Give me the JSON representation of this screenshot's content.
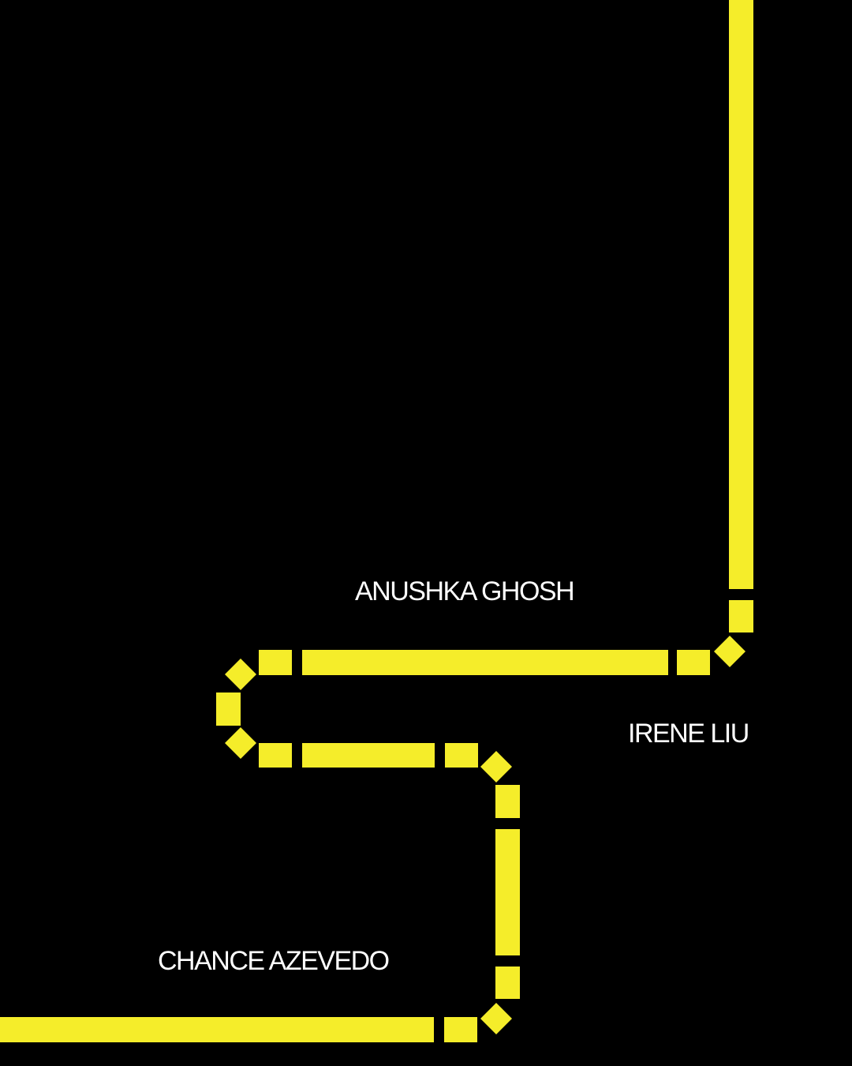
{
  "names": {
    "first": "ANUSHKA GHOSH",
    "second": "IRENE LIU",
    "third": "CHANCE AZEVEDO"
  },
  "colors": {
    "background": "#000000",
    "track": "#f5ed2a",
    "text": "#ffffff"
  }
}
